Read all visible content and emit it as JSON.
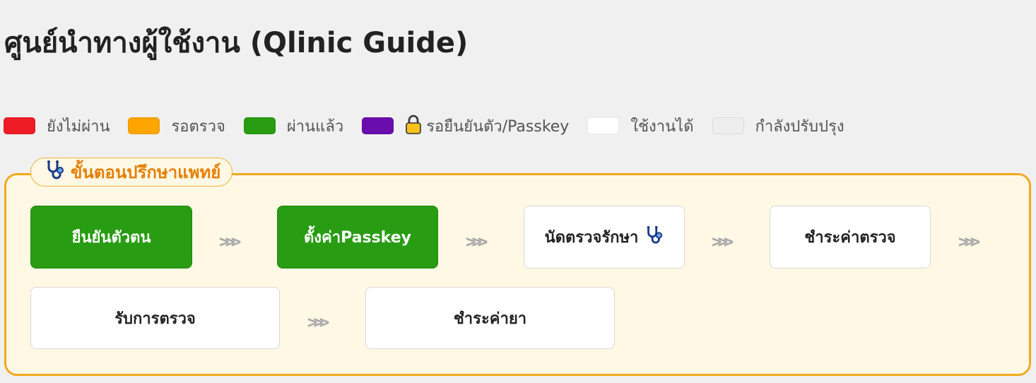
{
  "page": {
    "title": "ศูนย์นำทางผู้ใช้งาน (Qlinic Guide)"
  },
  "legend": [
    {
      "label": "ยังไม่ผ่าน",
      "color": "#ee1c25"
    },
    {
      "label": "รอตรวจ",
      "color": "#ffa500"
    },
    {
      "label": "ผ่านแล้ว",
      "color": "#289c12"
    },
    {
      "label": "รอยืนยันตัว/Passkey",
      "color": "#6a0dad",
      "icon": "lock-icon"
    },
    {
      "label": "ใช้งานได้",
      "color": "#ffffff"
    },
    {
      "label": "กำลังปรับปรุง",
      "color": "#eeeeee"
    }
  ],
  "panel": {
    "title": "ขั้นตอนปรึกษาแพทย์",
    "icon": "stethoscope-icon",
    "steps": [
      {
        "label": "ยืนยันตัวตน",
        "status": "ผ่านแล้ว"
      },
      {
        "label": "ตั้งค่าPasskey",
        "status": "ผ่านแล้ว"
      },
      {
        "label": "นัดตรวจรักษา",
        "status": "ใช้งานได้",
        "icon": "stethoscope-icon"
      },
      {
        "label": "ชำระค่าตรวจ",
        "status": "ใช้งานได้"
      },
      {
        "label": "รับการตรวจ",
        "status": "ใช้งานได้"
      },
      {
        "label": "ชำระค่ายา",
        "status": "ใช้งานได้"
      }
    ],
    "arrow": ">>>"
  }
}
